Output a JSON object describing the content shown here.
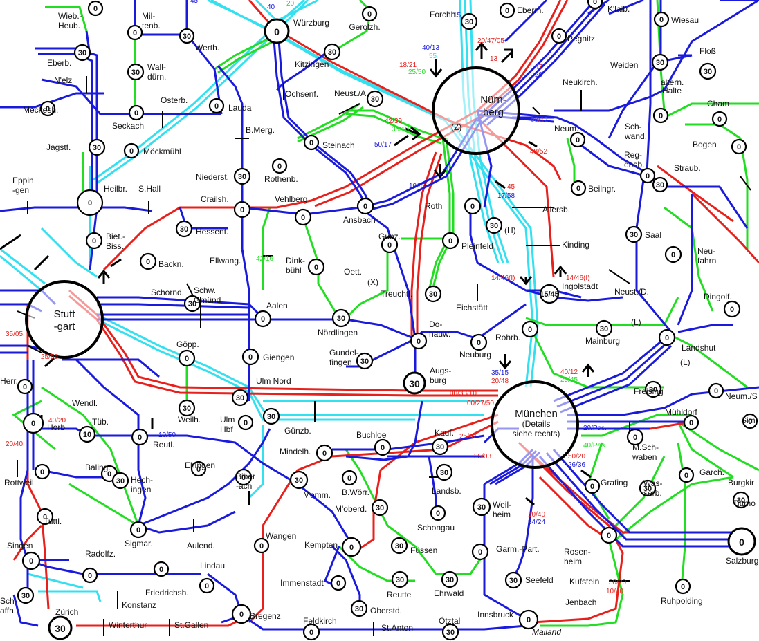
{
  "colors": {
    "blue": "#1a1adc",
    "red": "#e8201c",
    "cyan": "#33e0f0",
    "green": "#22dd22",
    "black": "#000000"
  },
  "hubs": [
    {
      "id": "nuernberg",
      "lines": [
        "Nürn-",
        "berg"
      ],
      "minute": "(Z)"
    },
    {
      "id": "stuttgart",
      "lines": [
        "Stutt",
        "-gart"
      ]
    },
    {
      "id": "muenchen",
      "lines": [
        "München",
        "(Details",
        "siehe rechts)"
      ]
    }
  ],
  "stations": [
    {
      "id": "wiebheub",
      "name": "Wieb.-",
      "name2": "Heub.",
      "min": "0"
    },
    {
      "id": "miltenb",
      "name": "Mil-",
      "name2": "tenb.",
      "min": "0"
    },
    {
      "id": "werth",
      "name": "Werth.",
      "min": "30"
    },
    {
      "id": "wuerzburg",
      "name": "Würzburg",
      "min": "0",
      "big": true
    },
    {
      "id": "gerolzh",
      "name": "Gerolzh.",
      "min": "0"
    },
    {
      "id": "forchh",
      "name": "Forchh.",
      "min": "30"
    },
    {
      "id": "eberm",
      "name": "Eberm.",
      "min": "0"
    },
    {
      "id": "pegnitz",
      "name": "Pegnitz",
      "min": "0"
    },
    {
      "id": "klaib",
      "name": "K'laib.",
      "min": "0"
    },
    {
      "id": "wiesau",
      "name": "Wiesau",
      "min": "0"
    },
    {
      "id": "eberb",
      "name": "Eberb.",
      "min": "30"
    },
    {
      "id": "nelz",
      "name": "N'elz",
      "min": ""
    },
    {
      "id": "wallduern",
      "name": "Wall-",
      "name2": "dürn.",
      "min": "30"
    },
    {
      "id": "kitzingen",
      "name": "Kitzingen",
      "min": "30"
    },
    {
      "id": "flossx",
      "name": "Floß",
      "min": "30"
    },
    {
      "id": "weiden",
      "name": "Weiden",
      "min": "30"
    },
    {
      "id": "meckesh",
      "name": "Meckesh.",
      "min": "0"
    },
    {
      "id": "seckach",
      "name": "Seckach",
      "min": "0"
    },
    {
      "id": "osterb",
      "name": "Osterb.",
      "min": ""
    },
    {
      "id": "lauda",
      "name": "Lauda",
      "min": "0"
    },
    {
      "id": "ochsenf",
      "name": "Ochsenf.",
      "min": ""
    },
    {
      "id": "neustA",
      "name": "Neust./A.",
      "min": "30"
    },
    {
      "id": "neukirch",
      "name": "Neukirch.",
      "min": ""
    },
    {
      "id": "cham",
      "name": "Cham",
      "min": "0"
    },
    {
      "id": "jagstf",
      "name": "Jagstf.",
      "min": "30"
    },
    {
      "id": "moeckmuehl",
      "name": "Möckmühl",
      "min": "0"
    },
    {
      "id": "bmerg",
      "name": "B.Merg.",
      "min": ""
    },
    {
      "id": "steinach",
      "name": "Steinach",
      "min": "0"
    },
    {
      "id": "neum",
      "name": "Neum.",
      "min": "0"
    },
    {
      "id": "schwand",
      "name": "Sch-",
      "name2": "wand.",
      "min": "0"
    },
    {
      "id": "bogen",
      "name": "Bogen",
      "min": "0"
    },
    {
      "id": "eppingen",
      "name": "Eppin",
      "name2": "-gen",
      "min": ""
    },
    {
      "id": "heilbr",
      "name": "Heilbr.",
      "min": "0"
    },
    {
      "id": "shall",
      "name": "S.Hall",
      "min": ""
    },
    {
      "id": "niederst",
      "name": "Niederst.",
      "min": "30"
    },
    {
      "id": "rothenb",
      "name": "Rothenb.",
      "min": "0"
    },
    {
      "id": "beilngr",
      "name": "Beilngr.",
      "min": "0"
    },
    {
      "id": "regensb",
      "name": "Reg-",
      "name2": "ensb.",
      "min": "0"
    },
    {
      "id": "straub",
      "name": "Straub.",
      "min": "30"
    },
    {
      "id": "crailsh",
      "name": "Crailsh.",
      "min": "0"
    },
    {
      "id": "vehlberg",
      "name": "Vehlberg",
      "min": "0"
    },
    {
      "id": "ansbach",
      "name": "Ansbach",
      "min": "0"
    },
    {
      "id": "roth",
      "name": "Roth",
      "min": "0"
    },
    {
      "id": "allersb",
      "name": "Allersb.",
      "min": ""
    },
    {
      "id": "hessent",
      "name": "Hessent.",
      "min": "30"
    },
    {
      "id": "bietbiss",
      "name": "Biet.-",
      "name2": "Biss.",
      "min": "0"
    },
    {
      "id": "backn",
      "name": "Backn.",
      "min": "0"
    },
    {
      "id": "ellwang",
      "name": "Ellwang.",
      "min": ""
    },
    {
      "id": "dinkbuehl",
      "name": "Dink-",
      "name2": "bühl",
      "min": "0"
    },
    {
      "id": "gunz",
      "name": "Gunz.",
      "min": "0"
    },
    {
      "id": "pleinfeld",
      "name": "Pleinfeld",
      "min": "0"
    },
    {
      "id": "kinding",
      "name": "Kinding",
      "min": ""
    },
    {
      "id": "saal",
      "name": "Saal",
      "min": "30"
    },
    {
      "id": "neufahrn",
      "name": "Neu-",
      "name2": "fahrn",
      "min": "0"
    },
    {
      "id": "schorndorf",
      "name": "Schornd.",
      "min": "30"
    },
    {
      "id": "schwgmuend",
      "name": "Schw.",
      "name2": "Gmünd",
      "min": ""
    },
    {
      "id": "aalen",
      "name": "Aalen",
      "min": "0"
    },
    {
      "id": "oett",
      "name": "Oett.",
      "min": ""
    },
    {
      "id": "treuchtl",
      "name": "Treuchtl.",
      "min": "30"
    },
    {
      "id": "eichstaett",
      "name": "Eichstätt",
      "min": ""
    },
    {
      "id": "ingolstadt",
      "name": "Ingolstadt",
      "min": "15/45"
    },
    {
      "id": "neustD",
      "name": "Neust./D.",
      "min": ""
    },
    {
      "id": "dingolf",
      "name": "Dingolf.",
      "min": "0"
    },
    {
      "id": "noerdlingen",
      "name": "Nördlingen",
      "min": "30"
    },
    {
      "id": "donauw",
      "name": "Do-",
      "name2": "nauw.",
      "min": "0"
    },
    {
      "id": "rohrb",
      "name": "Rohrb.",
      "min": "0"
    },
    {
      "id": "mainburg",
      "name": "Mainburg",
      "min": "30"
    },
    {
      "id": "landshut",
      "name": "Landshut",
      "min": "0"
    },
    {
      "id": "goepp",
      "name": "Göpp.",
      "min": "0"
    },
    {
      "id": "giengen",
      "name": "Giengen",
      "min": "0"
    },
    {
      "id": "gundelfingen",
      "name": "Gundel-",
      "name2": "fingen",
      "min": "30"
    },
    {
      "id": "neuburg",
      "name": "Neuburg",
      "min": "0"
    },
    {
      "id": "augsburg",
      "name": "Augs-",
      "name2": "burg",
      "min": "30",
      "big": true
    },
    {
      "id": "freising",
      "name": "Freising",
      "min": "30"
    },
    {
      "id": "neumS",
      "name": "Neum./S",
      "min": "0"
    },
    {
      "id": "herr",
      "name": "Herr.",
      "min": "0"
    },
    {
      "id": "ulmnord",
      "name": "Ulm Nord",
      "min": "30"
    },
    {
      "id": "weilh",
      "name": "Weilh.",
      "min": "30"
    },
    {
      "id": "ulmhbf",
      "name": "Ulm",
      "name2": "Hbf",
      "min": "0"
    },
    {
      "id": "guenzb",
      "name": "Günzb.",
      "min": "30"
    },
    {
      "id": "wendl",
      "name": "Wendl.",
      "min": ""
    },
    {
      "id": "horb",
      "name": "Horb",
      "min": "0"
    },
    {
      "id": "tueb",
      "name": "Tüb.",
      "min": "10"
    },
    {
      "id": "reutl",
      "name": "Reutl.",
      "min": "0"
    },
    {
      "id": "muehldorf",
      "name": "Mühldorf",
      "min": "0"
    },
    {
      "id": "simbach",
      "name": "Sim",
      "min": "0"
    },
    {
      "id": "mschwaben",
      "name": "M.Sch-",
      "name2": "waben",
      "min": "0"
    },
    {
      "id": "buchloe",
      "name": "Buchloe",
      "min": "0"
    },
    {
      "id": "kaufb",
      "name": "Kauf.",
      "min": "30"
    },
    {
      "id": "mindelh",
      "name": "Mindelh.",
      "min": "0"
    },
    {
      "id": "rottweil",
      "name": "Rottweil",
      "min": "0"
    },
    {
      "id": "baling",
      "name": "Baling.",
      "min": "0"
    },
    {
      "id": "hechingen",
      "name": "Hech-",
      "name2": "ingen",
      "min": "30"
    },
    {
      "id": "ehingen",
      "name": "Ehingen",
      "min": "0"
    },
    {
      "id": "biberach",
      "name": "Biber",
      "name2": "-ach",
      "min": "0"
    },
    {
      "id": "memm",
      "name": "Memm.",
      "min": "30"
    },
    {
      "id": "bwoerr",
      "name": "B.Wörr.",
      "min": "0"
    },
    {
      "id": "landsb",
      "name": "Landsb.",
      "min": "30"
    },
    {
      "id": "weilheim",
      "name": "Weil-",
      "name2": "heim",
      "min": "30"
    },
    {
      "id": "grafing",
      "name": "Grafing",
      "min": "0"
    },
    {
      "id": "garch",
      "name": "Garch.",
      "min": "0"
    },
    {
      "id": "burgk",
      "name": "Burgkir",
      "min": ""
    },
    {
      "id": "tittmon",
      "name": "Tittmo",
      "min": "30"
    },
    {
      "id": "wasserb",
      "name": "Was-",
      "name2": "serb.",
      "min": "30"
    },
    {
      "id": "tuttl",
      "name": "Tuttl.",
      "min": "0"
    },
    {
      "id": "moberd",
      "name": "M'oberd.",
      "min": "30"
    },
    {
      "id": "schongau",
      "name": "Schongau",
      "min": "0"
    },
    {
      "id": "sigmar",
      "name": "Sigmar.",
      "min": "0"
    },
    {
      "id": "aulend",
      "name": "Aulend.",
      "min": ""
    },
    {
      "id": "wangen",
      "name": "Wangen",
      "min": "0"
    },
    {
      "id": "kempten",
      "name": "Kempten",
      "min": "0"
    },
    {
      "id": "fuessen",
      "name": "Füssen",
      "min": "30"
    },
    {
      "id": "garmpart",
      "name": "Garm.-Part.",
      "min": "0"
    },
    {
      "id": "rosenheim",
      "name": "Rosen-",
      "name2": "heim",
      "min": "0"
    },
    {
      "id": "salzburg",
      "name": "Salzburg",
      "min": "0",
      "big": true
    },
    {
      "id": "singen",
      "name": "Singen",
      "min": "0"
    },
    {
      "id": "radolfz",
      "name": "Radolfz.",
      "min": "0"
    },
    {
      "id": "friedrichsh",
      "name": "Friedrichsh.",
      "min": "0"
    },
    {
      "id": "lindau",
      "name": "Lindau",
      "min": "0"
    },
    {
      "id": "immenstadt",
      "name": "Immenstadt",
      "min": "0"
    },
    {
      "id": "reutte",
      "name": "Reutte",
      "min": "30"
    },
    {
      "id": "ehrwald",
      "name": "Ehrwald",
      "min": "30"
    },
    {
      "id": "seefeld",
      "name": "Seefeld",
      "min": "30"
    },
    {
      "id": "kufstein",
      "name": "Kufstein",
      "min": ""
    },
    {
      "id": "ruhpolding",
      "name": "Ruhpolding",
      "min": "0"
    },
    {
      "id": "schaffh",
      "name": "Sch-",
      "name2": "affh.",
      "min": "30"
    },
    {
      "id": "konstanz",
      "name": "Konstanz",
      "min": ""
    },
    {
      "id": "oberstd",
      "name": "Oberstd.",
      "min": "30"
    },
    {
      "id": "jenbach",
      "name": "Jenbach",
      "min": ""
    },
    {
      "id": "zuerich",
      "name": "Zürich",
      "min": "30",
      "big": true
    },
    {
      "id": "winterthur",
      "name": "Winterthur",
      "min": ""
    },
    {
      "id": "stgallen",
      "name": "St.Gallen",
      "min": ""
    },
    {
      "id": "bregenz",
      "name": "Bregenz",
      "min": "0"
    },
    {
      "id": "feldkirch",
      "name": "Feldkirch",
      "min": "0"
    },
    {
      "id": "stanton",
      "name": "St.Anton",
      "min": ""
    },
    {
      "id": "oetztal",
      "name": "Ötztal",
      "min": "30"
    },
    {
      "id": "innsbruck",
      "name": "Innsbruck",
      "min": "0"
    },
    {
      "id": "mailand",
      "name": "Mailand",
      "min": ""
    },
    {
      "id": "pfeil",
      "name": "(H)",
      "min": "30"
    }
  ],
  "annotations": [
    {
      "id": "a1",
      "text": "altern.",
      "color": "blue"
    },
    {
      "id": "a2",
      "text": "Halte",
      "color": "blue"
    },
    {
      "id": "a3",
      "text": "(L)",
      "color": "green"
    },
    {
      "id": "a4",
      "text": "(L)",
      "color": "green"
    },
    {
      "id": "a5",
      "text": "(X)",
      "color": "black"
    },
    {
      "id": "a6",
      "text": "Details",
      "color": "black"
    }
  ],
  "minutes": [
    {
      "id": "m1",
      "text": "45",
      "color": "blue"
    },
    {
      "id": "m2",
      "text": "40",
      "color": "blue"
    },
    {
      "id": "m3",
      "text": "20",
      "color": "green"
    },
    {
      "id": "m4",
      "text": "15",
      "color": "blue"
    },
    {
      "id": "m5",
      "text": "20/47/05",
      "color": "multi"
    },
    {
      "id": "m6",
      "text": "40/13",
      "color": "blue"
    },
    {
      "id": "m7",
      "text": "55",
      "color": "cyan"
    },
    {
      "id": "m8",
      "text": "13",
      "color": "red"
    },
    {
      "id": "m9",
      "text": "47",
      "color": "red"
    },
    {
      "id": "m10",
      "text": "20",
      "color": "blue"
    },
    {
      "id": "m11",
      "text": "18/21",
      "color": "red"
    },
    {
      "id": "m12",
      "text": "25/50",
      "color": "green"
    },
    {
      "id": "m13",
      "text": "42/39",
      "color": "red"
    },
    {
      "id": "m14",
      "text": "35/10",
      "color": "green"
    },
    {
      "id": "m15",
      "text": "50/17",
      "color": "blue"
    },
    {
      "id": "m16",
      "text": "10/43",
      "color": "blue"
    },
    {
      "id": "m17",
      "text": "45",
      "color": "red"
    },
    {
      "id": "m18",
      "text": "17/58",
      "color": "blue"
    },
    {
      "id": "m19",
      "text": "48/52",
      "color": "red"
    },
    {
      "id": "m20",
      "text": "08/12",
      "color": "red"
    },
    {
      "id": "m21",
      "text": "14/46(I)",
      "color": "red"
    },
    {
      "id": "m22",
      "text": "14/46(I)",
      "color": "red"
    },
    {
      "id": "m23",
      "text": "42/16",
      "color": "green"
    },
    {
      "id": "m24",
      "text": "40/12",
      "color": "red"
    },
    {
      "id": "m25",
      "text": "25/45",
      "color": "green"
    },
    {
      "id": "m26",
      "text": "35/15",
      "color": "blue"
    },
    {
      "id": "m27",
      "text": "20/48",
      "color": "red"
    },
    {
      "id": "m28",
      "text": "00/33/10",
      "color": "red"
    },
    {
      "id": "m29",
      "text": "00/27/50",
      "color": "red"
    },
    {
      "id": "m30",
      "text": "25/57",
      "color": "red"
    },
    {
      "id": "m31",
      "text": "35/03",
      "color": "red"
    },
    {
      "id": "m32",
      "text": "50/20",
      "color": "red"
    },
    {
      "id": "m33",
      "text": "26/36",
      "color": "blue"
    },
    {
      "id": "m34",
      "text": "10/40",
      "color": "red"
    },
    {
      "id": "m35",
      "text": "34/24",
      "color": "blue"
    },
    {
      "id": "m36",
      "text": "40/20",
      "color": "red"
    },
    {
      "id": "m37",
      "text": "10/50",
      "color": "blue"
    },
    {
      "id": "m38",
      "text": "25/55",
      "color": "red"
    },
    {
      "id": "m39",
      "text": "35/05",
      "color": "red"
    },
    {
      "id": "m40",
      "text": "20/40",
      "color": "red"
    },
    {
      "id": "m41",
      "text": "20/Pas.",
      "color": "blue"
    },
    {
      "id": "m42",
      "text": "40/Pas.",
      "color": "green"
    },
    {
      "id": "m43",
      "text": "50/20",
      "color": "red"
    },
    {
      "id": "m44",
      "text": "10/40",
      "color": "red"
    }
  ]
}
